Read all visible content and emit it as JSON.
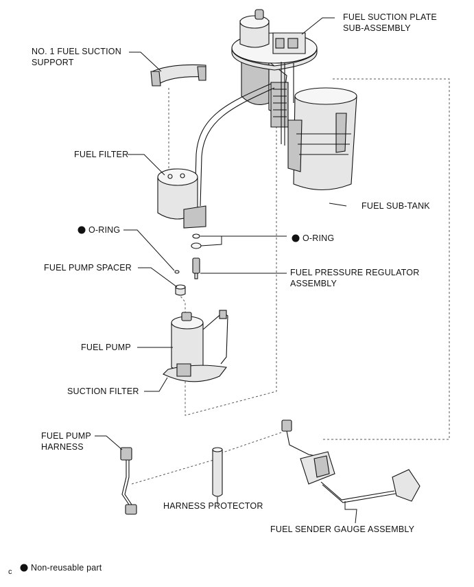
{
  "labels": {
    "suction_plate_line1": "FUEL SUCTION PLATE",
    "suction_plate_line2": "SUB-ASSEMBLY",
    "suction_support_line1": "NO. 1 FUEL SUCTION",
    "suction_support_line2": "SUPPORT",
    "fuel_filter": "FUEL FILTER",
    "fuel_sub_tank": "FUEL SUB-TANK",
    "o_ring_left": "O-RING",
    "o_ring_right": "O-RING",
    "fuel_pump_spacer": "FUEL PUMP SPACER",
    "pressure_regulator_line1": "FUEL PRESSURE REGULATOR",
    "pressure_regulator_line2": "ASSEMBLY",
    "fuel_pump": "FUEL PUMP",
    "suction_filter": "SUCTION FILTER",
    "pump_harness_line1": "FUEL PUMP",
    "pump_harness_line2": "HARNESS",
    "harness_protector": "HARNESS PROTECTOR",
    "sender_gauge": "FUEL SENDER GAUGE ASSEMBLY"
  },
  "legend": {
    "corner_mark": "c",
    "text": "Non-reusable part"
  },
  "colors": {
    "ink": "#111111",
    "part_fill": "#e6e6e6",
    "part_shade": "#c4c4c4",
    "dashed_guide": "#555555"
  }
}
